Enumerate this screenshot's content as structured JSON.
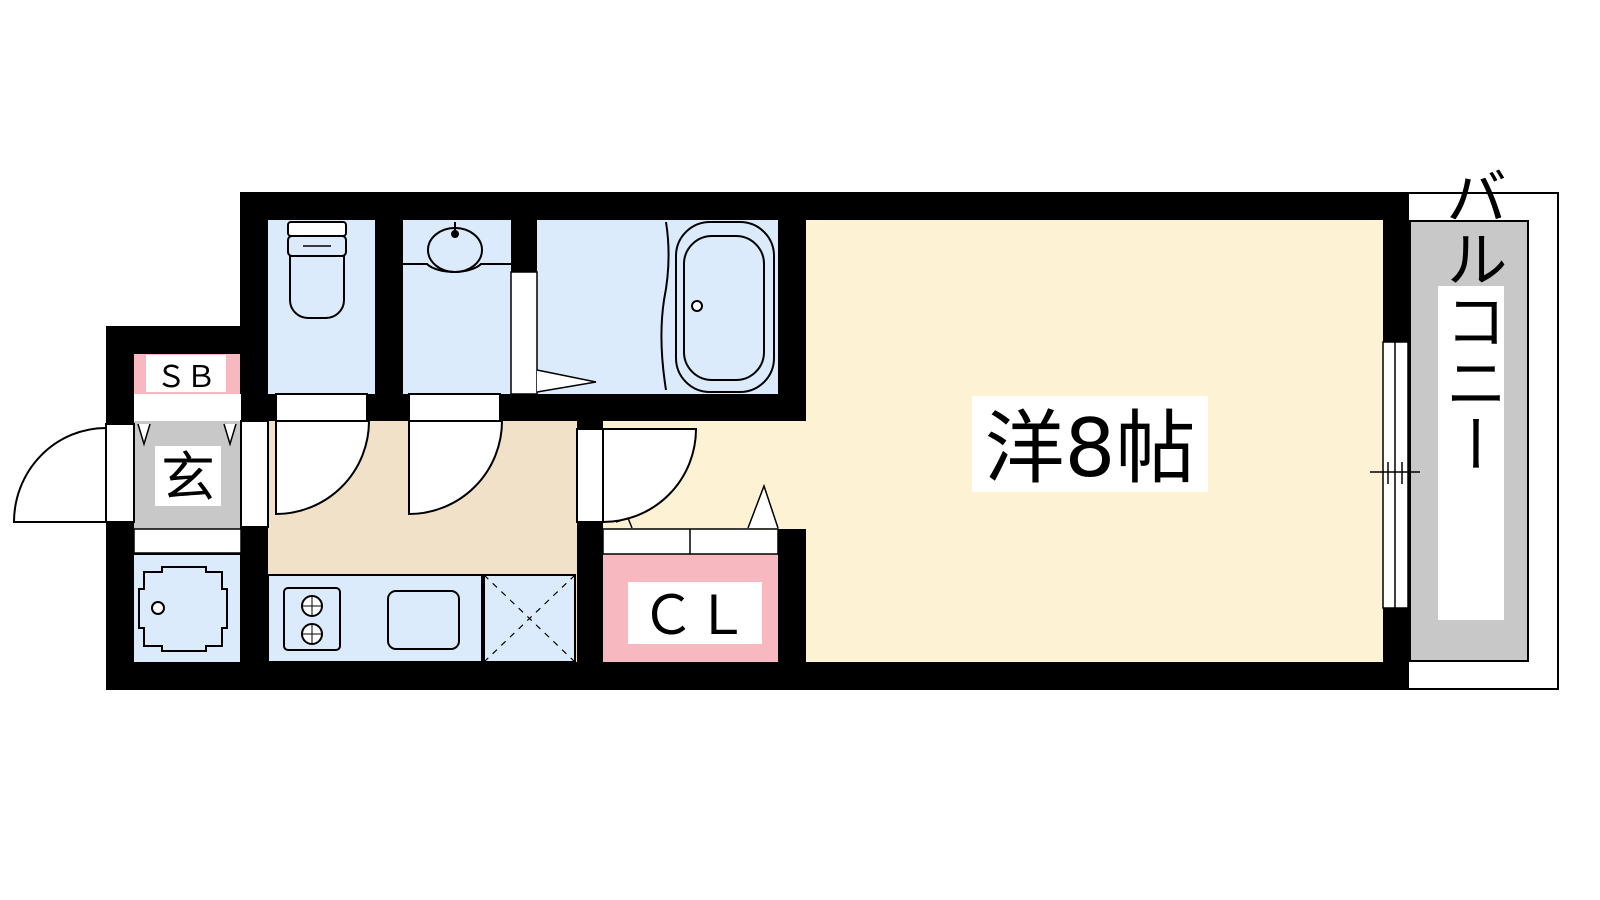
{
  "rooms": {
    "western_room": {
      "label": "洋8帖"
    },
    "closet": {
      "label": "ＣＬ"
    },
    "entrance": {
      "label": "玄"
    },
    "shoe_box": {
      "label": "ＳＢ"
    },
    "balcony": {
      "label": "バルコニー"
    }
  },
  "colors": {
    "wall": "#000000",
    "western_room": "#fdf2d4",
    "wet_area": "#dcebfb",
    "kitchen_floor": "#f1e1c8",
    "closet": "#f7b8bf",
    "entrance": "#c8c8c8",
    "balcony": "#c8c8c8",
    "label_bg": "#ffffff"
  }
}
